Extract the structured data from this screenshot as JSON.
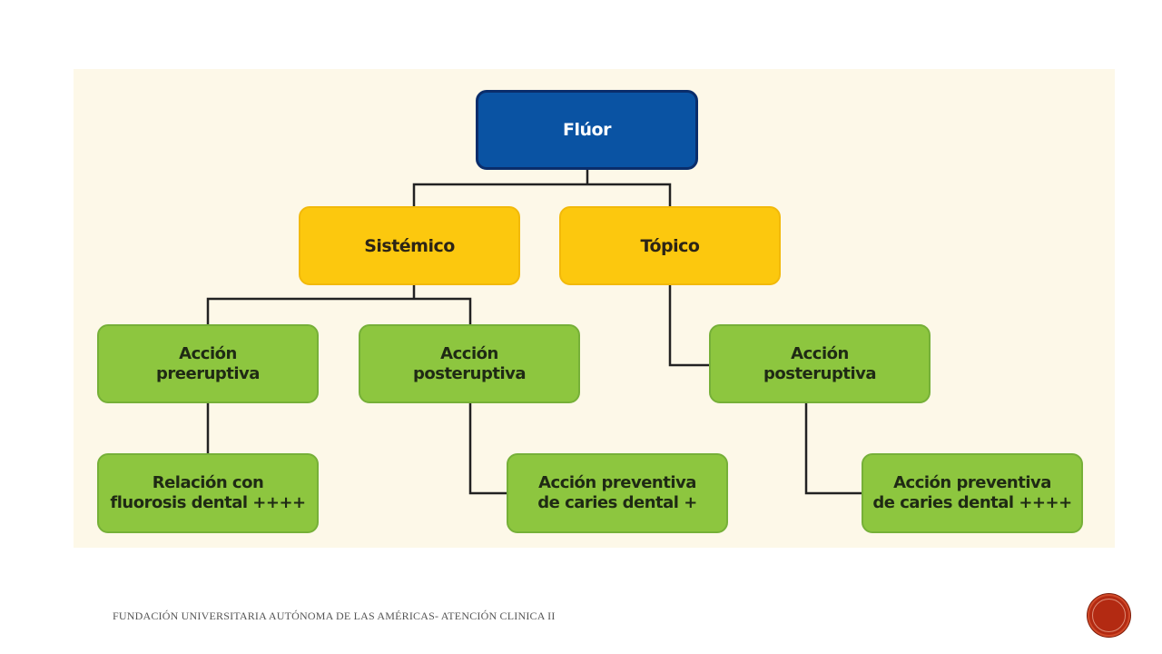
{
  "diagram": {
    "root": {
      "label": "Flúor"
    },
    "branches": {
      "sistemico": {
        "label": "Sistémico"
      },
      "topico": {
        "label": "Tópico"
      }
    },
    "actions": {
      "sistemico_pre": {
        "label": "Acción\npreeruptiva"
      },
      "sistemico_post": {
        "label": "Acción\nposteruptiva"
      },
      "topico_post": {
        "label": "Acción\nposteruptiva"
      }
    },
    "outcomes": {
      "fluorosis": {
        "label": "Relación con\nfluorosis dental ++++"
      },
      "caries_sistemico": {
        "label": "Acción preventiva\nde caries dental +"
      },
      "caries_topico": {
        "label": "Acción preventiva\nde caries dental ++++"
      }
    },
    "colors": {
      "root": "#0a53a3",
      "level1": "#fcc80e",
      "level2": "#8dc63f",
      "panel": "#fdf8e8",
      "connector": "#222222"
    }
  },
  "footer": {
    "text": "FUNDACIÓN UNIVERSITARIA AUTÓNOMA DE LAS AMÉRICAS- ATENCIÓN CLINICA II"
  }
}
